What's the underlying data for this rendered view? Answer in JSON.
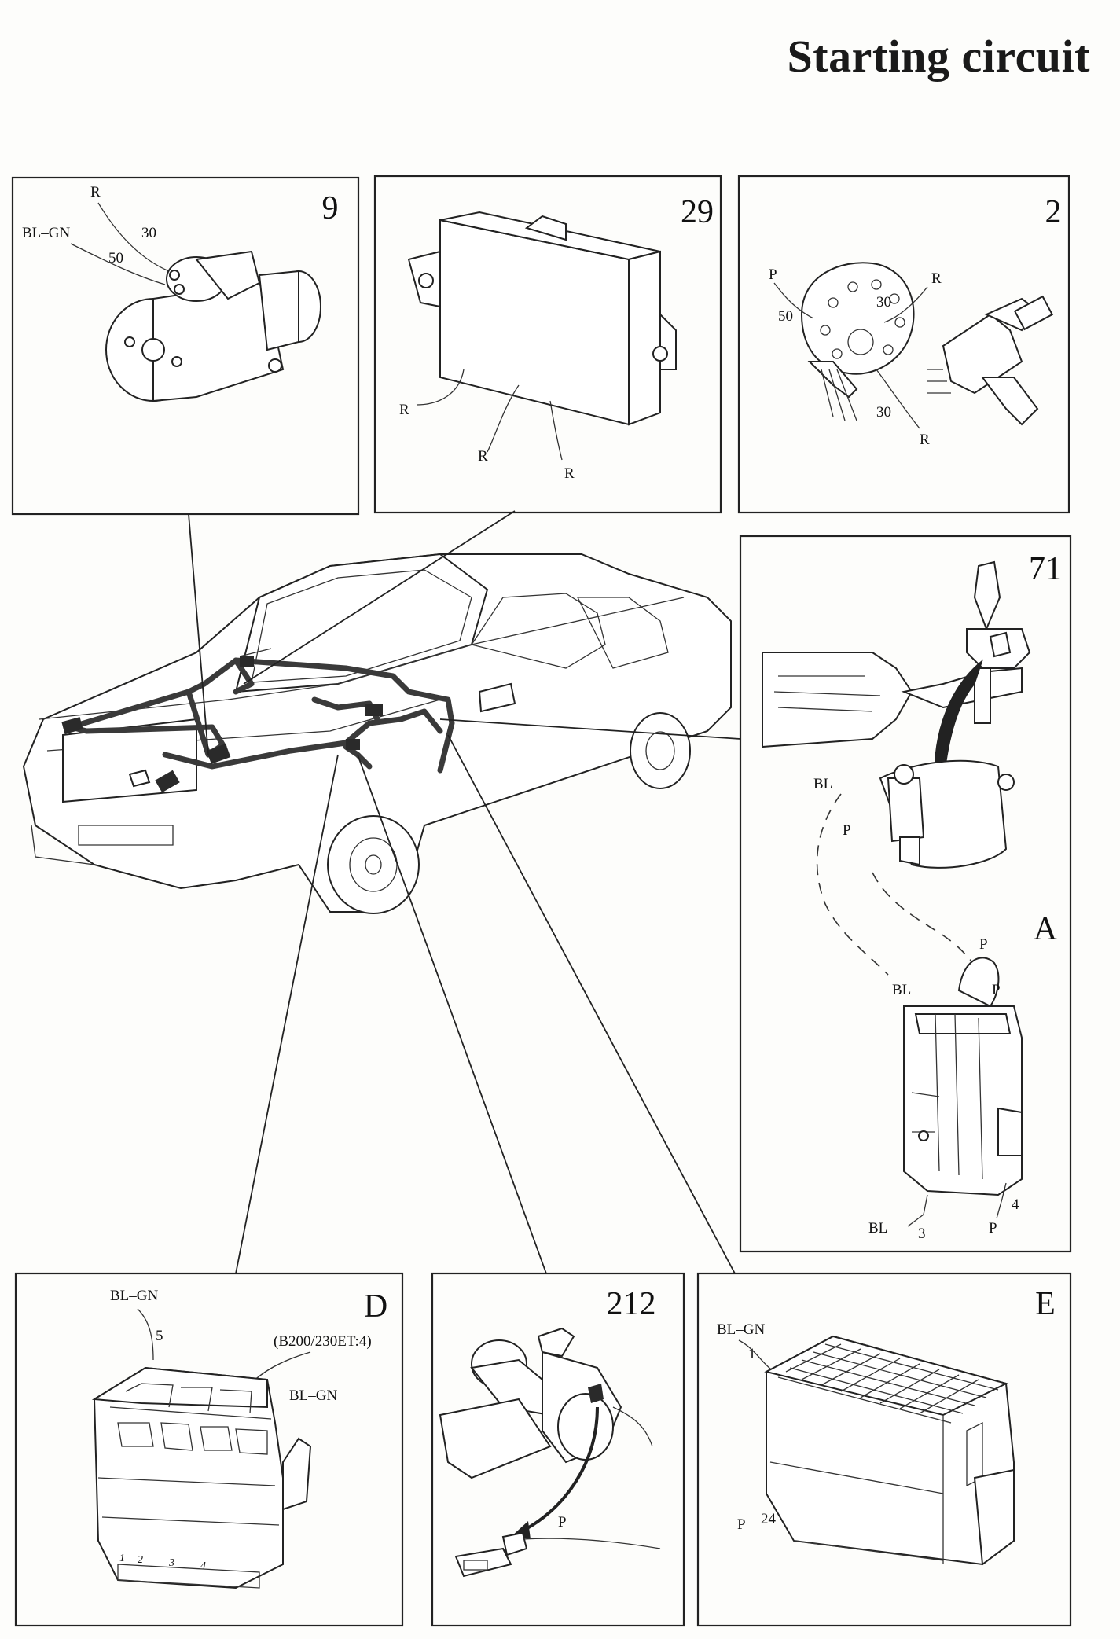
{
  "title": "Starting circuit",
  "panels": {
    "p9": {
      "number": "9",
      "labels": {
        "r": "R",
        "bl_gn": "BL–GN",
        "t30": "30",
        "t50": "50"
      }
    },
    "p29": {
      "number": "29",
      "labels": {
        "r1": "R",
        "r2": "R",
        "r3": "R"
      }
    },
    "p2": {
      "number": "2",
      "labels": {
        "p": "P",
        "t50": "50",
        "t30a": "30",
        "r1": "R",
        "t30b": "30",
        "r2": "R"
      }
    },
    "p71": {
      "number": "71",
      "sub": "A",
      "labels": {
        "bl1": "BL",
        "p1": "P",
        "p2": "P",
        "bl2": "BL",
        "p3": "P",
        "t4": "4",
        "bl3": "BL",
        "t3": "3",
        "p4": "P"
      }
    },
    "pD": {
      "number": "D",
      "labels": {
        "bl_gn1": "BL–GN",
        "t5": "5",
        "variant": "(B200/230ET:4)",
        "bl_gn2": "BL–GN",
        "pins": [
          "1",
          "2",
          "3",
          "4"
        ]
      }
    },
    "p212": {
      "number": "212",
      "labels": {
        "p": "P"
      }
    },
    "pE": {
      "number": "E",
      "labels": {
        "bl_gn": "BL–GN",
        "t1": "1",
        "p": "P",
        "t24": "24"
      }
    }
  }
}
